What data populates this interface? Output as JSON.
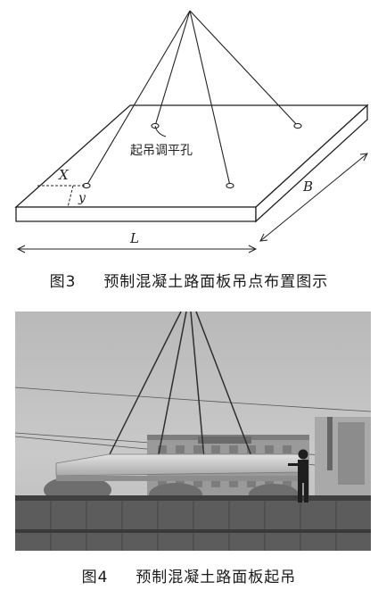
{
  "figure3": {
    "caption_num": "图3",
    "caption_text": "预制混凝土路面板吊点布置图示",
    "hole_label": "起吊调平孔",
    "label_x": "X",
    "label_y": "y",
    "label_b": "B",
    "label_l": "L"
  },
  "figure4": {
    "caption_num": "图4",
    "caption_text": "预制混凝土路面板起吊"
  }
}
